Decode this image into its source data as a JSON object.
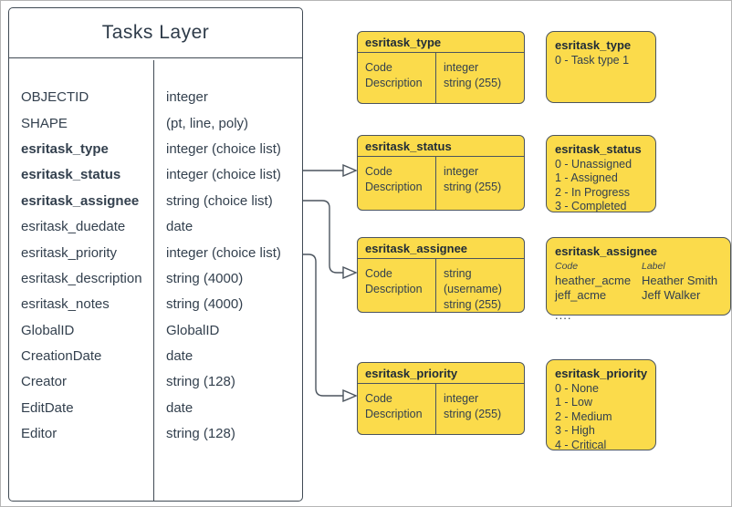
{
  "colors": {
    "box_fill": "#FBDB4B",
    "box_stroke": "#4B545E",
    "text": "#33404E",
    "connector": "#4B545E"
  },
  "table": {
    "title": "Tasks Layer",
    "rows": [
      {
        "name": "OBJECTID",
        "type": "integer"
      },
      {
        "name": "SHAPE",
        "type": "(pt, line, poly)"
      },
      {
        "name": "esritask_type",
        "type": "integer (choice list)"
      },
      {
        "name": "esritask_status",
        "type": "integer (choice list)"
      },
      {
        "name": "esritask_assignee",
        "type": "string (choice list)"
      },
      {
        "name": "esritask_duedate",
        "type": "date"
      },
      {
        "name": "esritask_priority",
        "type": "integer (choice list)"
      },
      {
        "name": "esritask_description",
        "type": "string (4000)"
      },
      {
        "name": "esritask_notes",
        "type": "string (4000)"
      },
      {
        "name": "GlobalID",
        "type": "GlobalID"
      },
      {
        "name": "CreationDate",
        "type": "date"
      },
      {
        "name": "Creator",
        "type": "string (128)"
      },
      {
        "name": "EditDate",
        "type": "date"
      },
      {
        "name": "Editor",
        "type": "string (128)"
      }
    ]
  },
  "domains": {
    "type": {
      "table": {
        "title": "esritask_type",
        "field_names": [
          "Code",
          "Description"
        ],
        "field_types": [
          "integer",
          "string (255)"
        ]
      },
      "values": {
        "title": "esritask_type",
        "lines": [
          "0 - Task type 1"
        ]
      }
    },
    "status": {
      "table": {
        "title": "esritask_status",
        "field_names": [
          "Code",
          "Description"
        ],
        "field_types": [
          "integer",
          "string (255)"
        ]
      },
      "values": {
        "title": "esritask_status",
        "lines": [
          "0 - Unassigned",
          "1 - Assigned",
          "2 - In Progress",
          "3 - Completed"
        ]
      }
    },
    "assignee": {
      "table": {
        "title": "esritask_assignee",
        "field_names": [
          "Code",
          "Description"
        ],
        "field_types": [
          "string (username)",
          "string (255)"
        ]
      },
      "values": {
        "title": "esritask_assignee",
        "columns": [
          "Code",
          "Label"
        ],
        "rows": [
          [
            "heather_acme",
            "Heather Smith"
          ],
          [
            "jeff_acme",
            "Jeff Walker"
          ]
        ],
        "more": "...."
      }
    },
    "priority": {
      "table": {
        "title": "esritask_priority",
        "field_names": [
          "Code",
          "Description"
        ],
        "field_types": [
          "integer",
          "string (255)"
        ]
      },
      "values": {
        "title": "esritask_priority",
        "lines": [
          "0 - None",
          "1 - Low",
          "2 - Medium",
          "3 - High",
          "4 - Critical"
        ]
      }
    }
  }
}
